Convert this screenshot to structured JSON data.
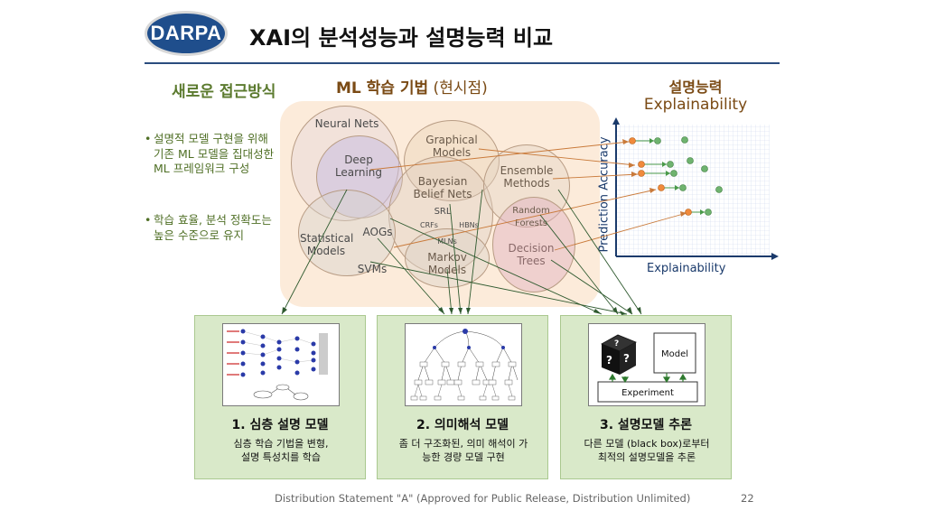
{
  "header": {
    "logo_text": "DARPA",
    "title": "XAI의 분석성능과 설명능력 비교"
  },
  "left": {
    "heading": "새로운 접근방식",
    "bullets": [
      "설명적 모델 구현을 위해 기존 ML 모델을 집대성한 ML 프레임워크 구성",
      "학습 효율, 분석 정확도는 높은 수준으로 유지"
    ],
    "bullet_mark": "•"
  },
  "middle": {
    "heading_bold": "ML 학습 기법",
    "heading_rest": " (현시점)",
    "circles": {
      "neural_nets": "Neural Nets",
      "deep_learning": "Deep Learning",
      "graphical_models": "Graphical Models",
      "bayesian_belief_nets": "Bayesian Belief Nets",
      "srl": "SRL",
      "crfs": "CRFs",
      "hbns": "HBNs",
      "mlns": "MLNs",
      "markov_models": "Markov Models",
      "ensemble_methods": "Ensemble Methods",
      "random_forests": "Random Forests",
      "decision_trees": "Decision Trees",
      "statistical_models": "Statistical Models",
      "aogs": "AOGs",
      "svms": "SVMs"
    }
  },
  "right": {
    "heading_ko": "설명능력",
    "heading_en": "Explainability",
    "x_axis_label": "Explainability",
    "y_axis_label": "Prediction Accuracy"
  },
  "panels": [
    {
      "title": "1. 심층 설명 모델",
      "desc_line1": "심층 학습 기법을 변형,",
      "desc_line2": "설명 특성치를 학습"
    },
    {
      "title": "2. 의미해석 모델",
      "desc_line1": "좀 더 구조화된, 의미 해석이 가",
      "desc_line2": "능한 경량 모델 구현"
    },
    {
      "title": "3. 설명모델 추론",
      "desc_line1": "다른 모델 (black box)로부터",
      "desc_line2": "최적의 설명모델을 추론"
    }
  ],
  "panel3_diagram": {
    "model_label": "Model",
    "experiment_label": "Experiment",
    "question_mark": "?"
  },
  "footer": {
    "statement": "Distribution Statement \"A\" (Approved for Public Release, Distribution Unlimited)",
    "page_number": "22"
  },
  "colors": {
    "accent_green": "#5b7a2e",
    "accent_brown": "#7a4a14",
    "darpa_blue": "#1f4e8c",
    "orange_point": "#f08a3c",
    "green_point": "#6fb36f"
  }
}
